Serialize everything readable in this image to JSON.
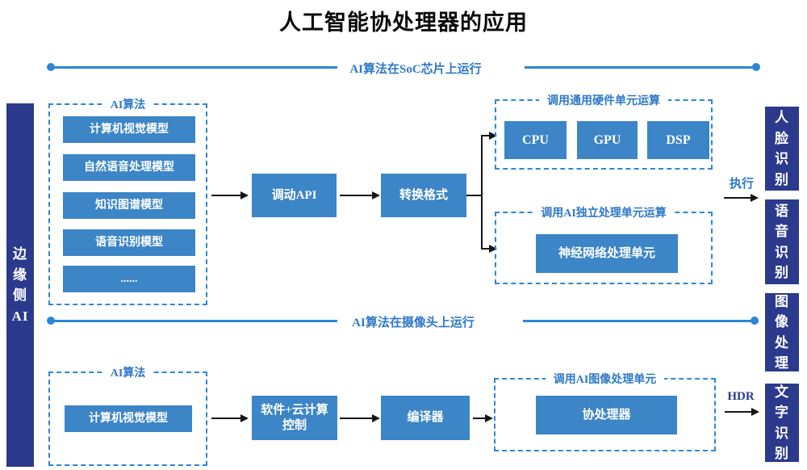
{
  "title": "人工智能协处理器的应用",
  "colors": {
    "node_blue": "#3C85C6",
    "navy": "#2B3A8C",
    "line_blue": "#2E86D6",
    "label_blue": "#2E79C7",
    "arrow_black": "#151515"
  },
  "sidebar": {
    "label": "边缘侧AI"
  },
  "bands": {
    "soc": "AI算法在SoC芯片上运行",
    "camera": "AI算法在摄像头上运行"
  },
  "soc": {
    "alg_legend": "AI算法",
    "models": [
      "计算机视觉模型",
      "自然语音处理模型",
      "知识图谱模型",
      "语音识别模型",
      "......"
    ],
    "api": "调动API",
    "convert": "转换格式",
    "hw_legend": "调用通用硬件单元运算",
    "hw_units": [
      "CPU",
      "GPU",
      "DSP"
    ],
    "npu_legend": "调用AI独立处理单元运算",
    "npu": "神经网络处理单元",
    "exec": "执行"
  },
  "camera": {
    "alg_legend": "AI算法",
    "model": "计算机视觉模型",
    "software": "软件+云计算控制",
    "compiler": "编译器",
    "ipu_legend": "调用AI图像处理单元",
    "ipu": "协处理器",
    "hdr": "HDR"
  },
  "outputs": [
    "人脸识别",
    "语音识别",
    "图像处理",
    "文字识别"
  ]
}
